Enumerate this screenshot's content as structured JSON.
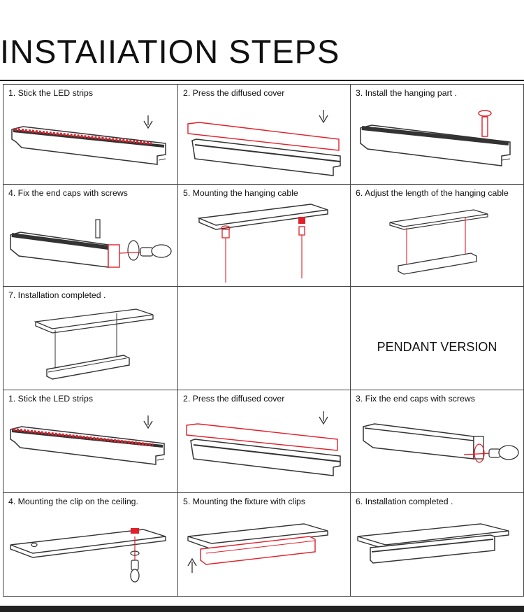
{
  "title": "INSTAIIATION STEPS",
  "colors": {
    "accent": "#e0202a",
    "line": "#333333",
    "bar": "#222222"
  },
  "pendant": {
    "steps": [
      "1.  Stick the LED strips",
      "2. Press the diffused cover",
      "3. Install the hanging part .",
      "4. Fix the end caps with screws",
      "5. Mounting the hanging cable",
      "6. Adjust the length of the hanging cable",
      "7.  Installation completed ."
    ],
    "label": "PENDANT VERSION"
  },
  "surface": {
    "steps": [
      "1.  Stick the LED strips",
      "2. Press the diffused cover",
      "3. Fix the end caps with screws",
      "4. Mounting the clip on the ceiling.",
      "5. Mounting the fixture with clips",
      "6. Installation completed ."
    ]
  },
  "icons": [
    "led-strip-icon",
    "cover-icon",
    "hanging-part-icon",
    "screw-icon",
    "cable-icon",
    "ceiling-clip-icon",
    "down-arrow-icon"
  ]
}
